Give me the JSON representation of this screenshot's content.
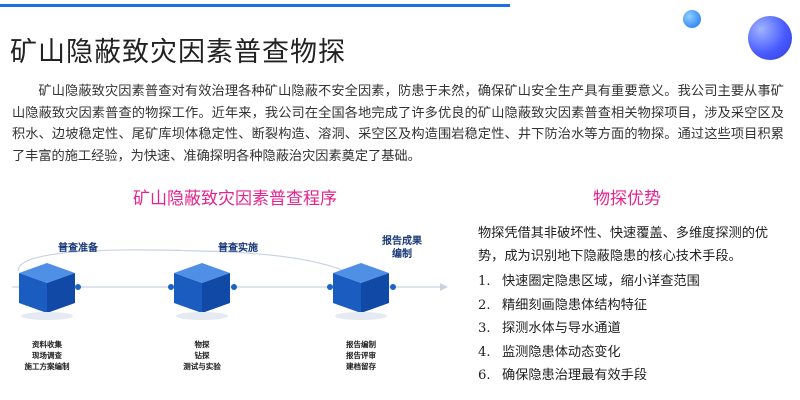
{
  "title": "矿山隐蔽致灾因素普查物探",
  "intro": "矿山隐蔽致灾因素普查对有效治理各种矿山隐蔽不安全因素，防患于未然，确保矿山安全生产具有重要意义。我公司主要从事矿山隐蔽致灾因素普查的物探工作。近年来，我公司在全国各地完成了许多优良的矿山隐蔽致灾因素普查相关物探项目，涉及采空区及积水、边坡稳定性、尾矿库坝体稳定性、断裂构造、溶洞、采空区及构造围岩稳定性、井下防治水等方面的物探。通过这些项目积累了丰富的施工经验，为快速、准确探明各种隐蔽治灾因素奠定了基础。",
  "process": {
    "title": "矿山隐蔽致灾因素普查程序",
    "steps": [
      {
        "tag": "普查准备",
        "items": [
          "资料收集",
          "现场调查",
          "施工方案编制"
        ]
      },
      {
        "tag": "普查实施",
        "items": [
          "物探",
          "钻探",
          "测试与实验"
        ]
      },
      {
        "tag": "报告成果编制",
        "tag_line1": "报告成果",
        "tag_line2": "编制",
        "items": [
          "报告编制",
          "报告评审",
          "建档留存"
        ]
      }
    ]
  },
  "advantages": {
    "title": "物探优势",
    "description": "物探凭借其非破坏性、快速覆盖、多维度探测的优势，成为识别地下隐蔽隐患的核心技术手段。",
    "items": [
      {
        "num": "1.",
        "text": "快速圈定隐患区域，缩小详查范围"
      },
      {
        "num": "2.",
        "text": "精细刻画隐患体结构特征"
      },
      {
        "num": "3.",
        "text": "探测水体与导水通道"
      },
      {
        "num": "4.",
        "text": "监测隐患体动态变化"
      },
      {
        "num": "6.",
        "text": "确保隐患治理最有效手段"
      }
    ]
  },
  "colors": {
    "accent_blue": "#1e6fe6",
    "title_pink": "#e5248f",
    "cube_blue": "#1a64c8"
  }
}
